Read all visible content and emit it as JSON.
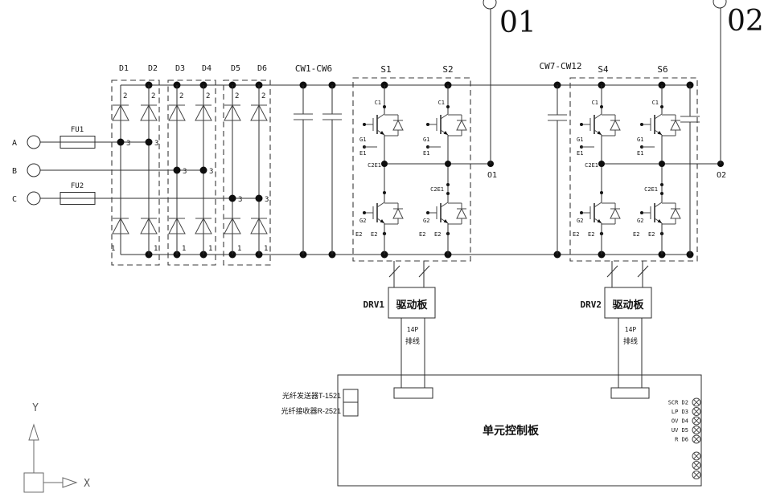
{
  "diagram": {
    "outputs": {
      "o1_big": "01",
      "o2_big": "02",
      "o1": "O1",
      "o2": "O2"
    },
    "inputs": {
      "phase_a": "A",
      "phase_b": "B",
      "phase_c": "C",
      "fuse1": "FU1",
      "fuse2": "FU2"
    },
    "rectifier": {
      "d1": "D1",
      "d2": "D2",
      "d3": "D3",
      "d4": "D4",
      "d5": "D5",
      "d6": "D6",
      "pin_top": "2",
      "pin_mid": "3",
      "pin_bottom": "1"
    },
    "capacitors": {
      "bank1": "CW1-CW6",
      "bank2": "CW7-CW12"
    },
    "inverter": {
      "s1": "S1",
      "s2": "S2",
      "s4": "S4",
      "s6": "S6",
      "pins": {
        "c1": "C1",
        "g1": "G1",
        "e1": "E1",
        "c2e1": "C2E1",
        "g2": "G2",
        "e2": "E2"
      }
    },
    "drivers": {
      "drv1": "DRV1",
      "drv2": "DRV2",
      "board": "驱动板",
      "cable1": "14P",
      "cable2": "排线"
    },
    "control_board": {
      "title": "单元控制板",
      "fiber_tx": "光纤发送器T-1521",
      "fiber_rx": "光纤接收器R-2521",
      "leds": [
        "SCR D2",
        "LP D3",
        "OV D4",
        "UV D5",
        "R D6"
      ]
    },
    "ucs": {
      "x": "X",
      "y": "Y"
    }
  }
}
